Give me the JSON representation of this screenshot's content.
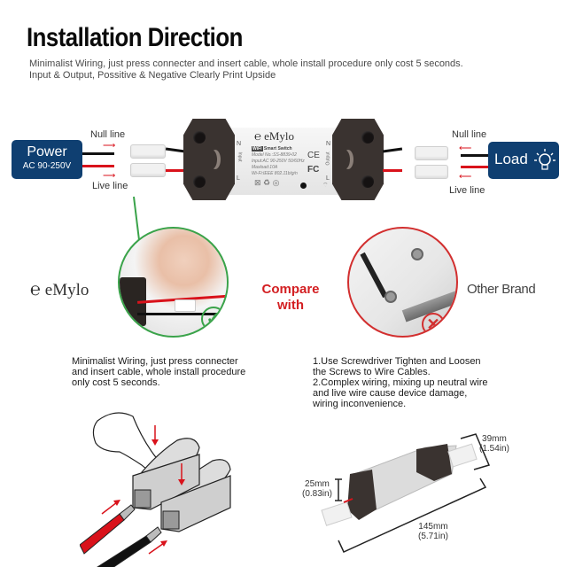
{
  "header": {
    "title": "Installation Direction",
    "subtitle_line1": "Minimalist Wiring, just press connecter and insert cable, whole install procedure only cost 5 seconds.",
    "subtitle_line2": "Input & Output, Possitive & Negative Clearly Print Upside"
  },
  "wiring_diagram": {
    "power": {
      "label": "Power",
      "range": "AC 90-250V",
      "color": "#0f3f71"
    },
    "load": {
      "label": "Load",
      "icon": "lightbulb-icon",
      "color": "#0f3f71"
    },
    "left_null_label": "Null line",
    "left_live_label": "Live line",
    "right_null_label": "Null line",
    "right_live_label": "Live line",
    "wire_colors": {
      "null": "#111111",
      "live": "#d9121b"
    },
    "device": {
      "brand": "eMylo",
      "type_badge": "WiFi",
      "type": "Smart Switch",
      "model": "Model No.:SS-8839-02",
      "input": "Input:AC 90-250V 50/60Hz",
      "max_load": "Maxload:10A",
      "wifi": "Wi-Fi:IEEE 802.11b/g/n",
      "input_side": "Input",
      "output_side": "Output",
      "terminal_n": "N",
      "terminal_l": "L",
      "certs": [
        "CE",
        "FC"
      ]
    }
  },
  "comparison": {
    "brand_logo": "eMylo",
    "compare_line1": "Compare",
    "compare_line2": "with",
    "other_brand": "Other Brand",
    "good_icon": "check-icon",
    "bad_icon": "cross-icon",
    "good_color": "#3aa34a",
    "bad_color": "#d22f2f",
    "emylo_desc": [
      "Minimalist Wiring, just press connecter",
      "and insert cable, whole install procedure",
      "only cost 5 seconds."
    ],
    "other_desc": [
      "1.Use Screwdriver Tighten and Loosen",
      "the Screws to Wire Cables.",
      "2.Complex wiring, mixing up neutral wire",
      "and live wire cause device damage,",
      "wiring inconvenience."
    ]
  },
  "dimensions": {
    "width_mm": "39mm",
    "width_in": "(1.54in)",
    "height_mm": "25mm",
    "height_in": "(0.83in)",
    "length_mm": "145mm",
    "length_in": "(5.71in)"
  }
}
